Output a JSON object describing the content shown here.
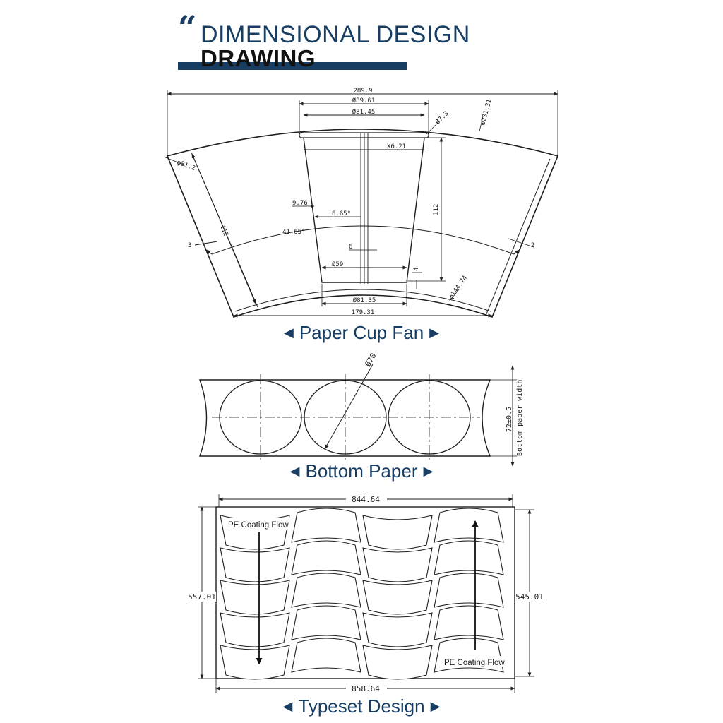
{
  "header": {
    "quote_mark": "“",
    "title_line1": "DIMENSIONAL DESIGN",
    "title_line2": "DRAWING"
  },
  "captions": {
    "fan": "Paper Cup Fan",
    "bottom": "Bottom Paper",
    "typeset": "Typeset Design",
    "arrow_left": "◀",
    "arrow_right": "▶"
  },
  "fan_dims": {
    "overall_width": "289.9",
    "top_outer_dia": "Ø89.61",
    "top_inner_dia": "Ø81.45",
    "rim": "Ø7.3",
    "outer_radius": "φ231.31",
    "left_radius": "φ81.2",
    "rim_x": "X6.21",
    "height_left": "112",
    "height_right": "112",
    "wall_offset": "9.76",
    "cone_angle": "6.65°",
    "fan_angle": "41.65°",
    "seam_left": "3",
    "seam_right": "2",
    "bottom_offset": "6",
    "base_dia": "Ø59",
    "base_gap": "4",
    "bottom_outer_dia": "Ø81.35",
    "inner_radius": "φ144.74",
    "bottom_chord": "179.31"
  },
  "bottom_dims": {
    "circle_dia": "Ø70",
    "width_value": "72±0.5",
    "width_label": "Bottom paper width"
  },
  "typeset_dims": {
    "top_width": "844.64",
    "bottom_width": "858.64",
    "left_height": "557.01",
    "right_height": "545.01",
    "flow_label_top": "PE Coating Flow",
    "flow_label_bottom": "PE Coating Flow"
  }
}
